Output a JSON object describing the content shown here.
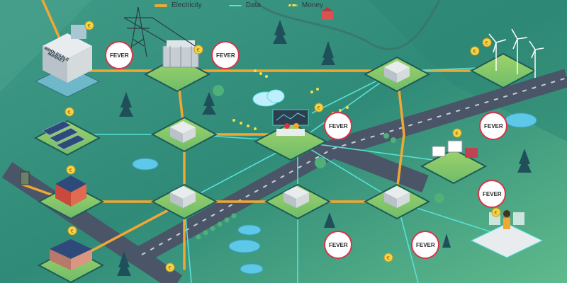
{
  "legend": {
    "electricity": "Electricity",
    "data": "Data",
    "money": "Money"
  },
  "colors": {
    "electricity": "#f0a833",
    "data": "#59e0d9",
    "money": "#f5e04a",
    "background_dark": "#2f8a78",
    "background_light": "#5fb98a",
    "fever_red": "#d8334a"
  },
  "labels": {
    "wholesale_line1": "WHOLESALE",
    "wholesale_line2": "MARKET",
    "fever": "FEVER"
  },
  "icons": {
    "coin": "euro-coin-icon",
    "fever": "fever-check-icon"
  }
}
